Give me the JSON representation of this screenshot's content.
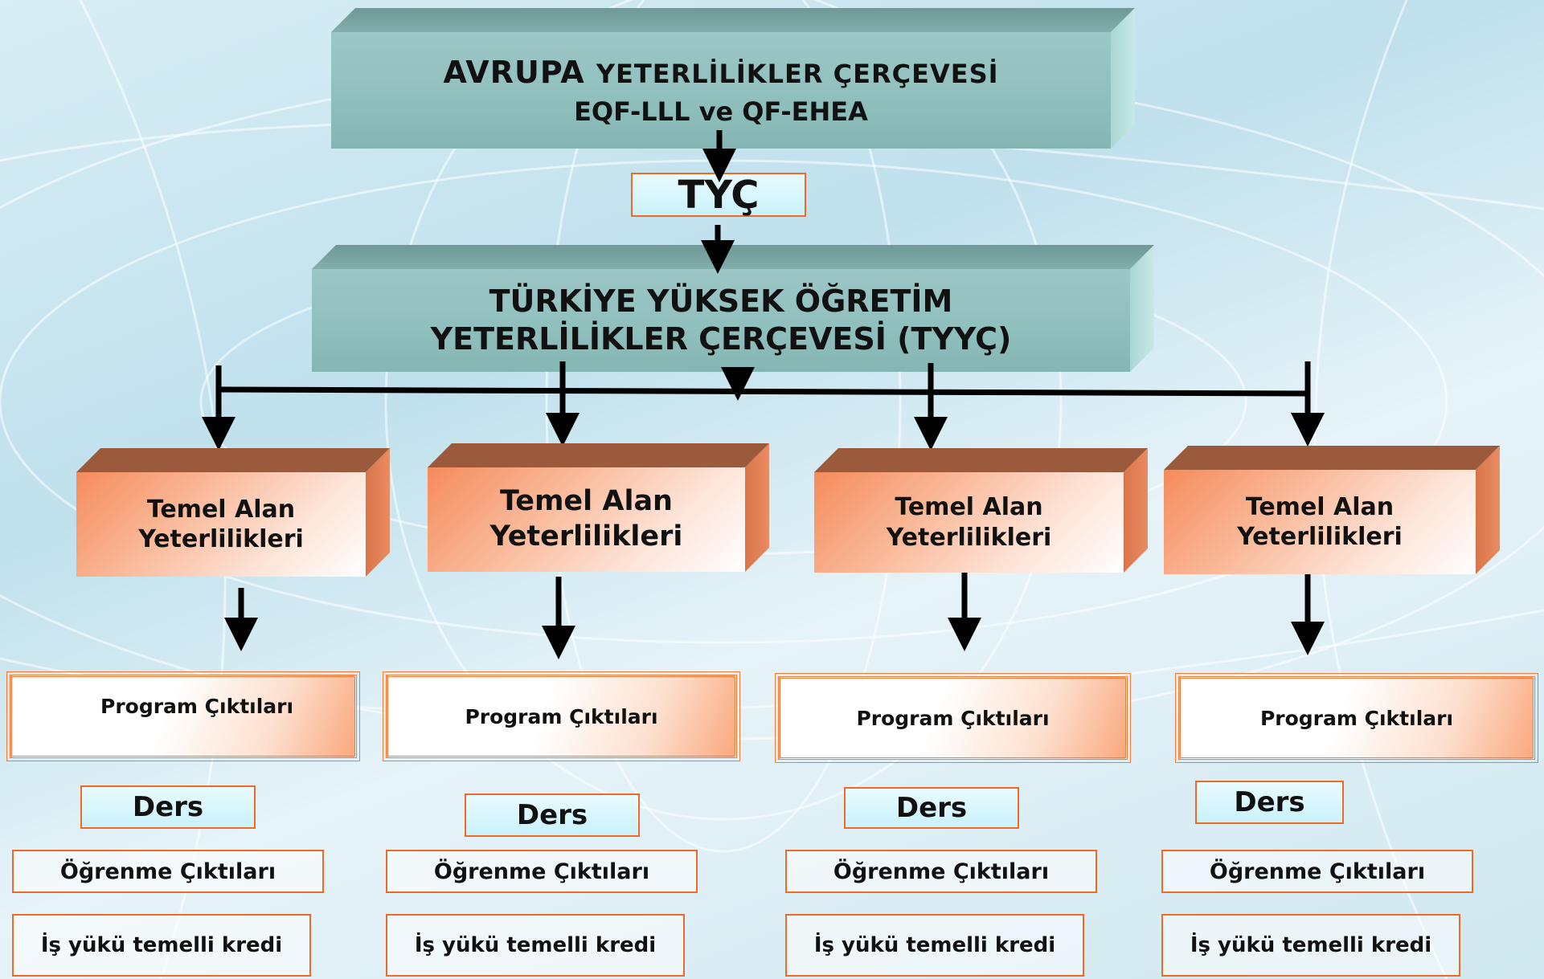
{
  "top": {
    "line1_bold": "AVRUPA",
    "line1_rest": "YETERLİLİKLER ÇERÇEVESİ",
    "line2": "EQF-LLL ve QF-EHEA"
  },
  "tyc": "TYÇ",
  "tyyc": {
    "line1": "TÜRKİYE YÜKSEK ÖĞRETİM",
    "line2": "YETERLİLİKLER ÇERÇEVESİ  (TYYÇ)"
  },
  "columns": [
    {
      "area_line1": "Temel Alan",
      "area_line2": "Yeterlilikleri",
      "program": "Program Çıktıları",
      "course": "Ders",
      "outcomes": "Öğrenme Çıktıları",
      "credit": "İş yükü temelli kredi"
    },
    {
      "area_line1": "Temel Alan",
      "area_line2": "Yeterlilikleri",
      "program": "Program Çıktıları",
      "course": "Ders",
      "outcomes": "Öğrenme Çıktıları",
      "credit": "İş yükü temelli kredi"
    },
    {
      "area_line1": "Temel Alan",
      "area_line2": "Yeterlilikleri",
      "program": "Program Çıktıları",
      "course": "Ders",
      "outcomes": "Öğrenme Çıktıları",
      "credit": "İş yükü temelli kredi"
    },
    {
      "area_line1": "Temel Alan",
      "area_line2": "Yeterlilikleri",
      "program": "Program Çıktıları",
      "course": "Ders",
      "outcomes": "Öğrenme Çıktıları",
      "credit": "İş yükü temelli kredi"
    }
  ],
  "colors": {
    "teal": "#8fbfbd",
    "orange": "#f58b5c",
    "border_orange": "#f06a25",
    "cyan": "#c9f1fb"
  }
}
